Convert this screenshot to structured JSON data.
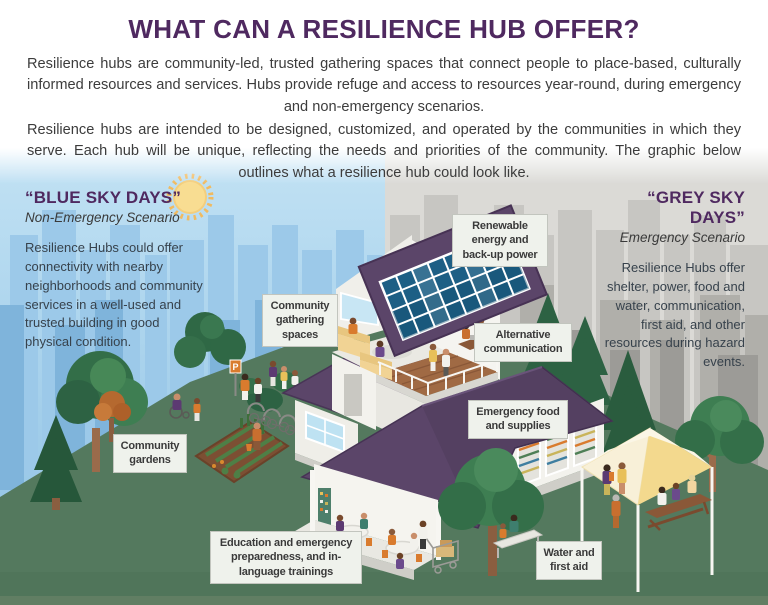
{
  "page": {
    "title": "WHAT CAN A RESILIENCE HUB OFFER?",
    "intro_paragraphs": [
      "Resilience hubs are community-led, trusted gathering spaces that connect people to place-based, culturally informed resources and services. Hubs provide refuge and access to resources year-round, during emergency and non-emergency scenarios.",
      "Resilience hubs are intended to be designed, customized, and operated by the communities in which they serve. Each hub will be unique, reflecting the needs and priorities of the community. The graphic below outlines what a resilience hub could look like."
    ]
  },
  "scenarios": {
    "blue_sky": {
      "heading": "“BLUE SKY DAYS”",
      "subheading": "Non-Emergency Scenario",
      "description": "Resilience Hubs could offer connectivity with nearby neighborhoods and community services in a well-used and trusted building in good physical condition."
    },
    "grey_sky": {
      "heading": "“GREY SKY DAYS”",
      "subheading": "Emergency Scenario",
      "description": "Resilience Hubs offer shelter, power, food and water, communication, first aid, and other resources during hazard events."
    }
  },
  "hub_labels": {
    "renewable_energy": "Renewable energy and back-up power",
    "community_gathering": "Community gathering spaces",
    "alternative_communication": "Alternative communication",
    "community_gardens": "Community gardens",
    "emergency_food": "Emergency food and supplies",
    "education_trainings": "Education and emergency preparedness, and in-language trainings",
    "water_first_aid": "Water and first aid"
  },
  "parking_sign": "P",
  "colors": {
    "title_purple": "#4F2960",
    "label_text": "#3A3A3A",
    "roof_purple": "#5B4569",
    "solar_panel_blue": "#1D5F85",
    "grass_green": "#54795E",
    "sky_blue": "#A9D3EE",
    "sky_grey": "#DBDAD6",
    "tent_yellow": "#F5DFA0",
    "sun_yellow": "#F8DD92"
  }
}
